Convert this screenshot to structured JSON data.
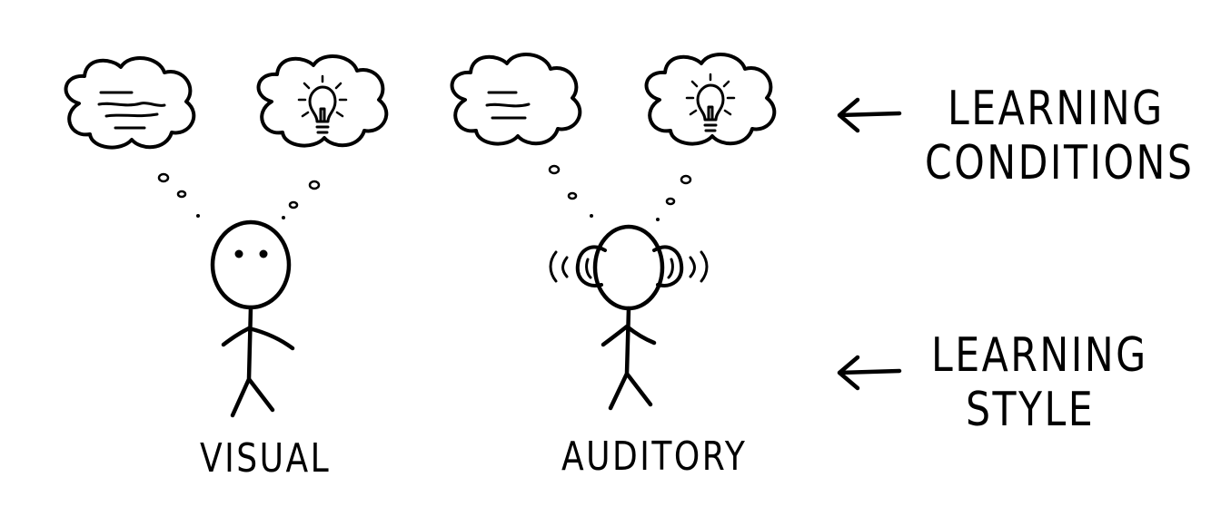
{
  "figures": [
    {
      "label": "VISUAL",
      "variant": "eyes"
    },
    {
      "label": "AUDITORY",
      "variant": "ears"
    }
  ],
  "side_labels": {
    "conditions": {
      "line1": "LEARNING",
      "line2": "CONDITIONS"
    },
    "style": {
      "line1": "LEARNING",
      "line2": "STYLE"
    }
  },
  "icons": [
    "text-lines-thought-bubble-icon",
    "lightbulb-thought-bubble-icon",
    "sound-wave-icon",
    "left-arrow-icon"
  ],
  "colors": {
    "ink": "#000000",
    "background": "#ffffff"
  }
}
